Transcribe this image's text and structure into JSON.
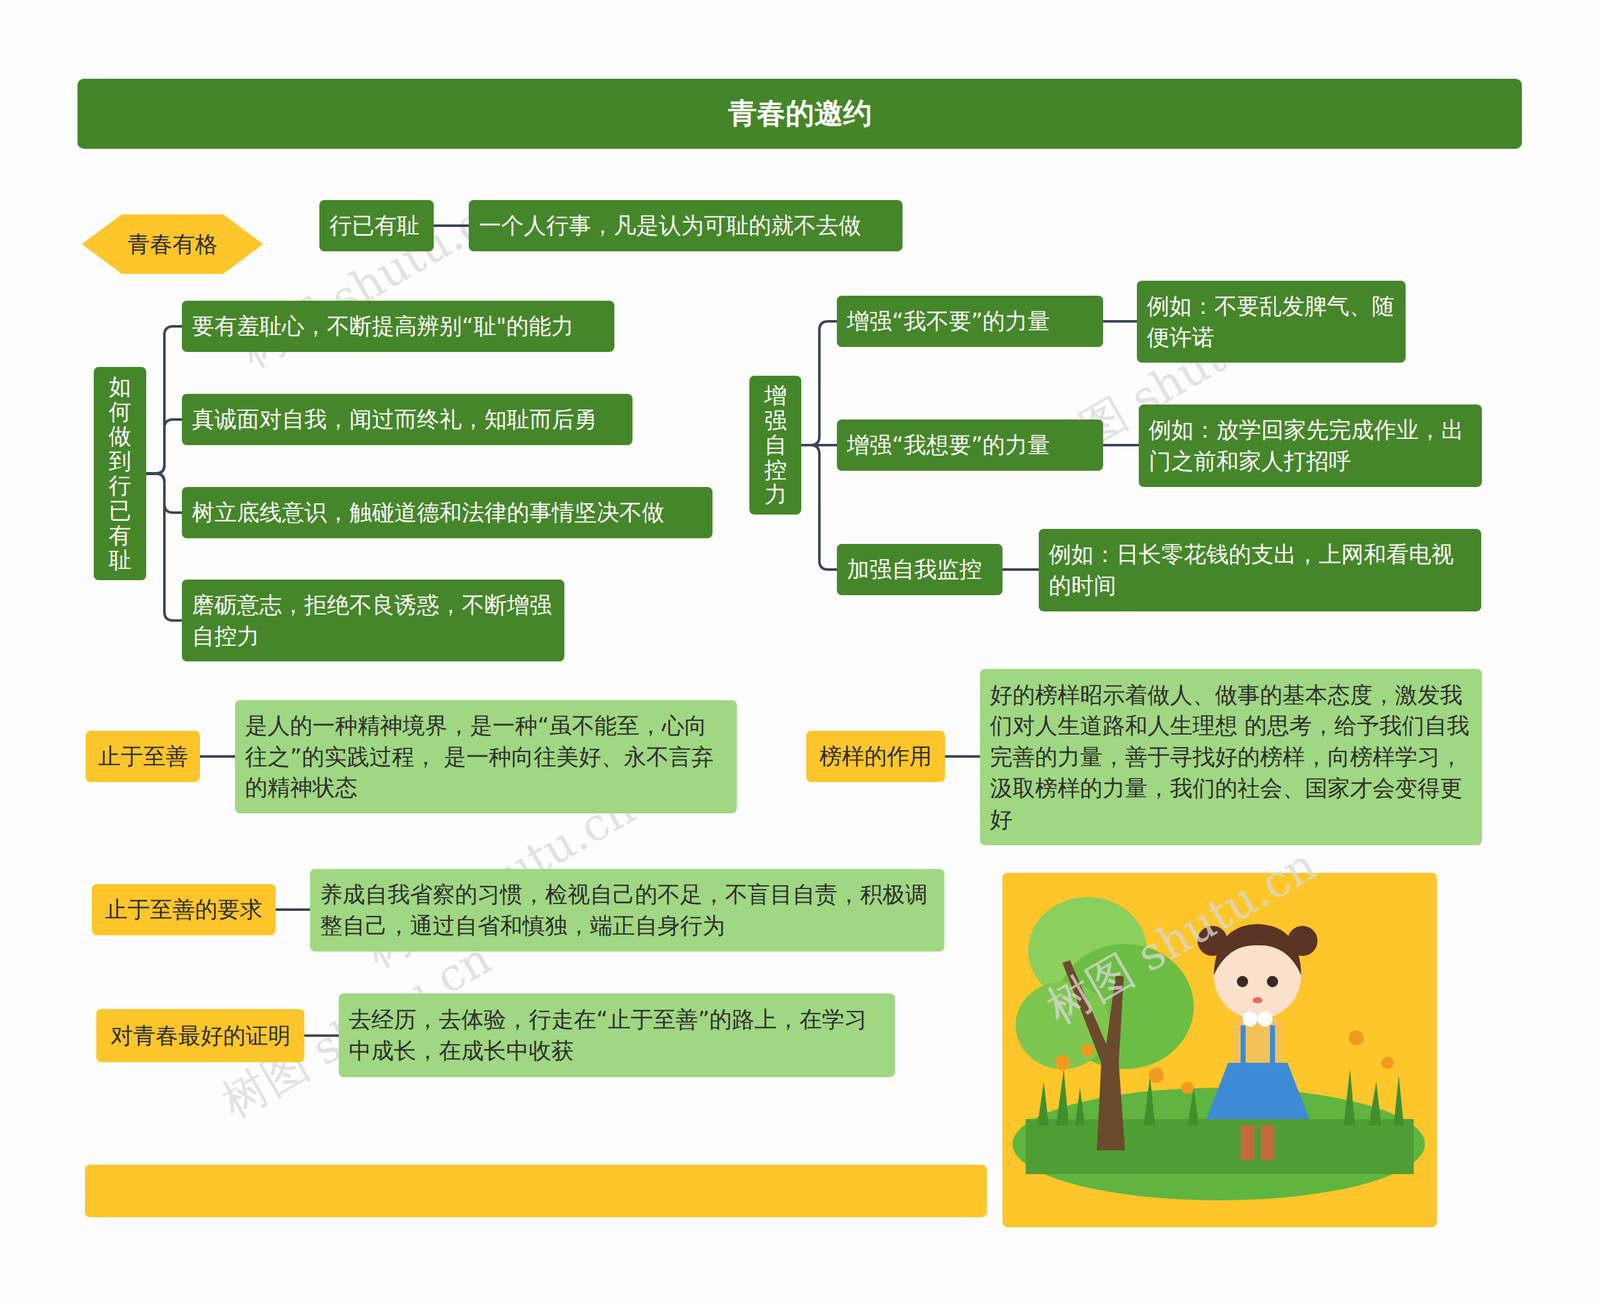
{
  "diagram": {
    "title": "青春的邀约",
    "nodes": [
      {
        "text": [
          "青春有格"
        ]
      },
      {
        "text": [
          "行已有耻"
        ]
      },
      {
        "text": [
          "一个人行事，凡是认为可耻的就不去做"
        ]
      },
      {
        "text": [
          "如何做到行已有耻"
        ]
      },
      {
        "text": [
          "要有羞耻心，不断提高辨别“耻\"的能力"
        ]
      },
      {
        "text": [
          "真诚面对自我，闻过而终礼，知耻而后勇"
        ]
      },
      {
        "text": [
          "树立底线意识，触碰道德和法律的事情坚决不做"
        ]
      },
      {
        "text": [
          "磨砺意志，拒绝不良诱惑，不断增强自控力"
        ]
      },
      {
        "text": [
          "增强自控力"
        ]
      },
      {
        "text": [
          "增强“我不要”的力量"
        ]
      },
      {
        "text": [
          "例如：不要乱发脾气、随便许诺"
        ]
      },
      {
        "text": [
          "增强“我想要”的力量"
        ]
      },
      {
        "text": [
          "例如：放学回家先完成作业，出门之前和家人打招呼"
        ]
      },
      {
        "text": [
          "加强自我监控"
        ]
      },
      {
        "text": [
          "例如：日长零花钱的支出，上网和看电视的时间"
        ]
      },
      {
        "text": [
          "止于至善"
        ]
      },
      {
        "text": [
          "是人的一种精神境界，是一种“虽不能至，心向往之”的实践过程， 是一种向往美好、永不言弃的精神状态"
        ]
      },
      {
        "text": [
          "榜样的作用"
        ]
      },
      {
        "text": [
          "好的榜样昭示着做人、做事的基本态度，激发我们对人生道路和人生理想 的思考，给予我们自我完善的力量，善于寻找好的榜样，向榜样学习，汲取榜样的力量，我们的社会、国家才会变得更好"
        ]
      },
      {
        "text": [
          "止于至善的要求"
        ]
      },
      {
        "text": [
          "养成自我省察的习惯，检视自己的不足，不盲目自责，积极调整自己，通过自省和慎独，端正自身行为"
        ]
      },
      {
        "text": [
          "对青春最好的证明"
        ]
      },
      {
        "text": [
          "去经历，去体验，行走在“止于至善”的路上，在学习中成长，在成长中收获"
        ]
      }
    ],
    "edges": [
      {
        "from": 1,
        "to": 2,
        "arrow": "none"
      },
      {
        "from": 3,
        "to": 4,
        "arrow": "none"
      },
      {
        "from": 3,
        "to": 5,
        "arrow": "none"
      },
      {
        "from": 3,
        "to": 6,
        "arrow": "none"
      },
      {
        "from": 3,
        "to": 7,
        "arrow": "none"
      },
      {
        "from": 8,
        "to": 9,
        "arrow": "none"
      },
      {
        "from": 8,
        "to": 11,
        "arrow": "none"
      },
      {
        "from": 8,
        "to": 13,
        "arrow": "none"
      },
      {
        "from": 9,
        "to": 10,
        "arrow": "none"
      },
      {
        "from": 11,
        "to": 12,
        "arrow": "none"
      },
      {
        "from": 13,
        "to": 14,
        "arrow": "none"
      },
      {
        "from": 15,
        "to": 16,
        "arrow": "none"
      },
      {
        "from": 17,
        "to": 18,
        "arrow": "none"
      },
      {
        "from": 19,
        "to": 20,
        "arrow": "none"
      },
      {
        "from": 21,
        "to": 22,
        "arrow": "none"
      }
    ],
    "labels": [
      "树图 shutu.cn",
      "树图 shutu.cn",
      "树图 shutu.cn",
      "树图 shutu.cn",
      "树图 shutu.cn"
    ]
  }
}
